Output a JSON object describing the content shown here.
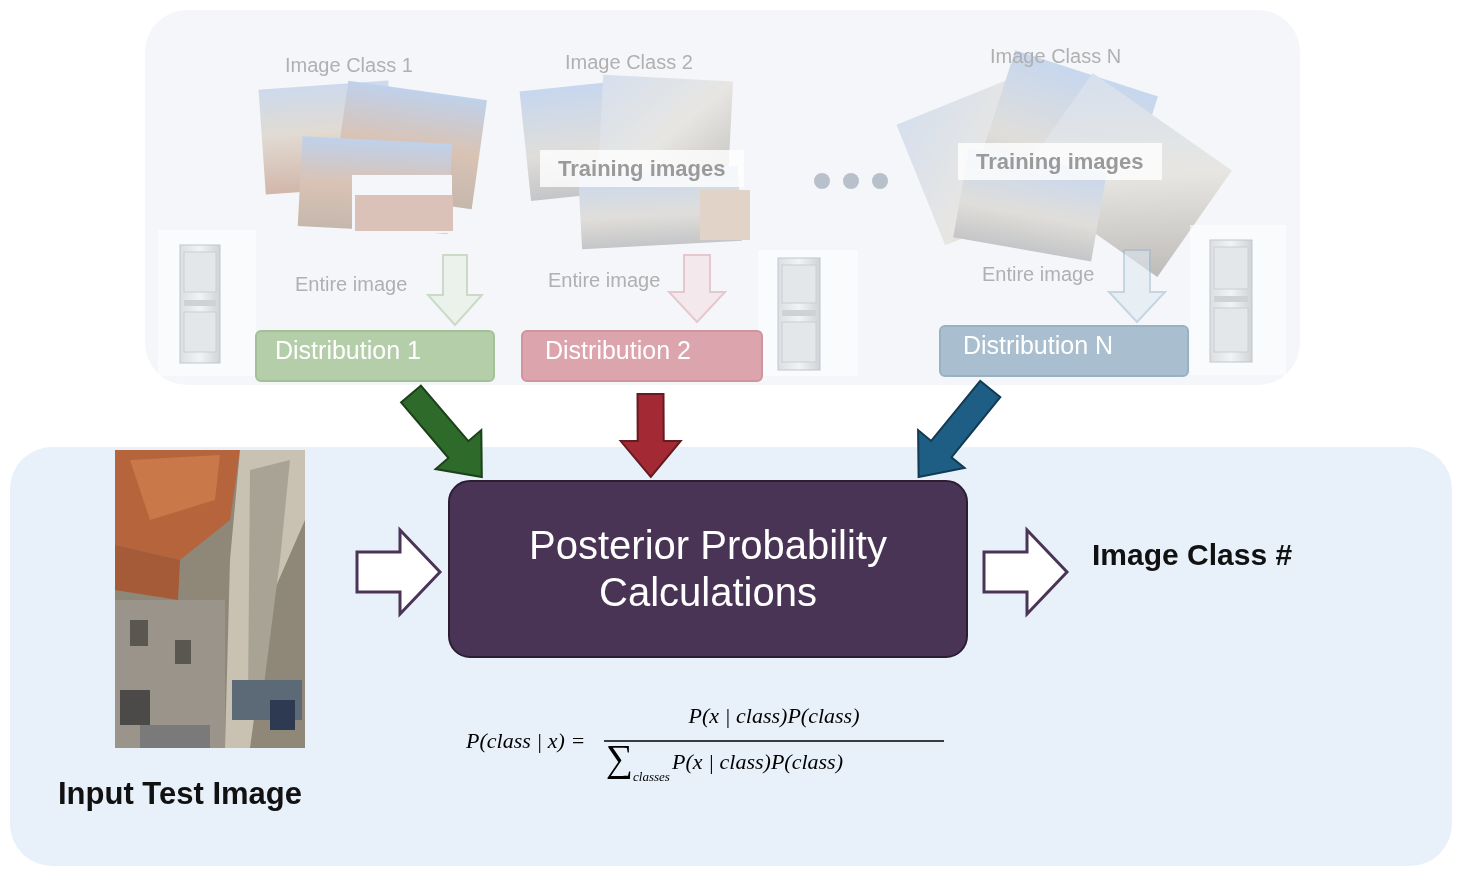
{
  "diagram": {
    "nodes": [
      {
        "text": [
          "Distribution 1"
        ]
      },
      {
        "text": [
          "Distribution 2"
        ]
      },
      {
        "text": [
          "Distribution N"
        ]
      },
      {
        "text": [
          "Posterior Probability Calculations"
        ]
      }
    ],
    "edges": [
      {
        "from": 0,
        "to": 3,
        "arrow": "to"
      },
      {
        "from": 1,
        "to": 3,
        "arrow": "to"
      },
      {
        "from": 2,
        "to": 3,
        "arrow": "to"
      }
    ],
    "labels": [
      "Image Class 1",
      "Image Class 2",
      "Image Class N",
      "Training images",
      "Training images",
      "Entire image",
      "Entire image",
      "Entire image",
      "Input Test Image",
      "Image Class #",
      "P(class | x) =",
      "P(x | class)P(class)",
      "∑",
      "classes",
      "P(x | class)P(class)"
    ]
  }
}
